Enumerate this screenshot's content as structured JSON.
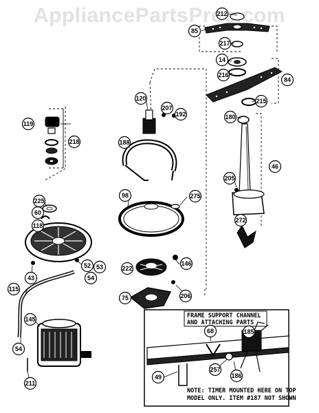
{
  "watermark": "AppliancePartsPros.com",
  "labels": {
    "p212": "212",
    "p85": "85",
    "p217": "217",
    "p14": "14",
    "p216": "216",
    "p84": "84",
    "p215": "215",
    "p120": "120",
    "p207": "207",
    "p192": "192",
    "p119": "119",
    "p218": "218",
    "p180": "180",
    "p188": "188",
    "p46": "46",
    "p98": "98",
    "p205": "205",
    "p275": "275",
    "p225": "225",
    "p60": "60",
    "p118": "118",
    "p272": "272",
    "p222": "222",
    "p146": "146",
    "p43": "43",
    "p52": "52",
    "p53": "53",
    "p54a": "54",
    "p115": "115",
    "p75": "75",
    "p206": "206",
    "p145": "145",
    "p54b": "54",
    "p211": "211",
    "p68": "68",
    "p185": "185",
    "p49": "49",
    "p257": "257",
    "p186": "186"
  },
  "inset": {
    "title_line1": "FRAME SUPPORT CHANNEL",
    "title_line2": "AND ATTACHING PARTS",
    "note_line1": "NOTE: TIMER MOUNTED HERE ON TOP",
    "note_line2": "MODEL ONLY. ITEM #187 NOT SHOWN"
  }
}
